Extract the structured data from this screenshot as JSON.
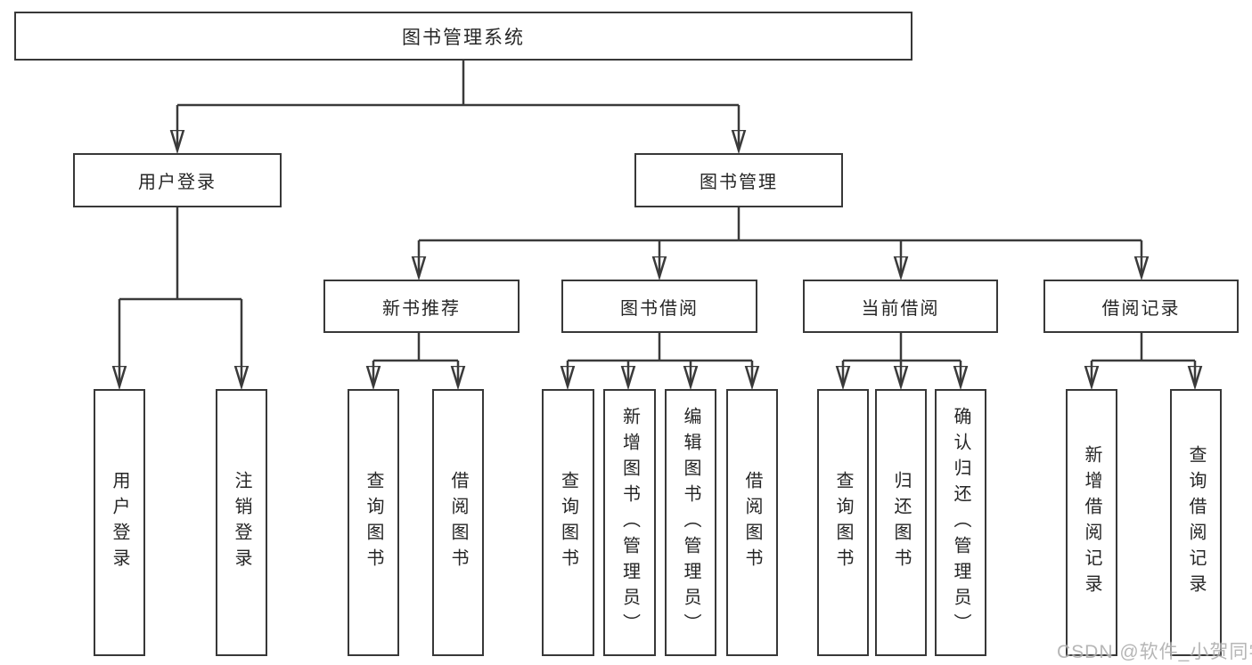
{
  "diagram": {
    "tree": {
      "root": {
        "label": "图书管理系统",
        "children": [
          {
            "label": "用户登录",
            "children": [
              {
                "label": "用户登录"
              },
              {
                "label": "注销登录"
              }
            ]
          },
          {
            "label": "图书管理",
            "children": [
              {
                "label": "新书推荐",
                "children": [
                  {
                    "label": "查询图书"
                  },
                  {
                    "label": "借阅图书"
                  }
                ]
              },
              {
                "label": "图书借阅",
                "children": [
                  {
                    "label": "查询图书"
                  },
                  {
                    "label": "新增图书（管理员）"
                  },
                  {
                    "label": "编辑图书（管理员）"
                  },
                  {
                    "label": "借阅图书"
                  }
                ]
              },
              {
                "label": "当前借阅",
                "children": [
                  {
                    "label": "查询图书"
                  },
                  {
                    "label": "归还图书"
                  },
                  {
                    "label": "确认归还（管理员）"
                  }
                ]
              },
              {
                "label": "借阅记录",
                "children": [
                  {
                    "label": "新增借阅记录"
                  },
                  {
                    "label": "查询借阅记录"
                  }
                ]
              }
            ]
          }
        ]
      }
    },
    "colors": {
      "line": "#3a3a3a",
      "border": "#383838",
      "text": "#262626",
      "box_background": "#ffffff",
      "watermark": "#a6a6a6"
    }
  },
  "watermark": {
    "text": "CSDN @软件_小贺同学"
  }
}
